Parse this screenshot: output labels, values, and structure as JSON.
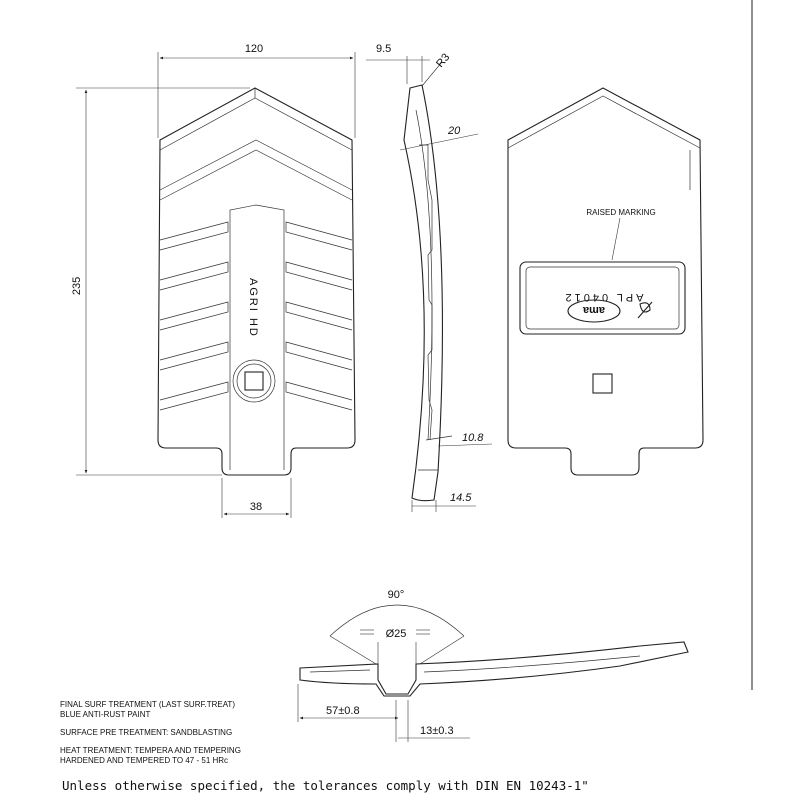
{
  "front_view": {
    "dim_width": "120",
    "dim_height": "235",
    "dim_stem_width": "38",
    "engraving": "AGRI HD"
  },
  "side_view": {
    "dim_thickness": "9.5",
    "dim_radius": "R3",
    "dim_curve": "20",
    "dim_tip": "10.8",
    "dim_base": "14.5"
  },
  "back_view": {
    "raised_marking_label": "RAISED MARKING",
    "plate_code": "APL 04012",
    "brand": "ama"
  },
  "section_view": {
    "angle": "90°",
    "diameter": "Ø25",
    "dim_offset": "57±0.8",
    "dim_depth": "13±0.3"
  },
  "notes": {
    "final_treatment": "FINAL SURF TREATMENT (LAST SURF.TREAT)",
    "final_paint": "BLUE ANTI-RUST PAINT",
    "pre_treatment": "SURFACE PRE TREATMENT: SANDBLASTING",
    "heat_treatment": "HEAT TREATMENT: TEMPERA AND TEMPERING",
    "hardness": "HARDENED AND TEMPERED TO 47 - 51 HRc"
  },
  "footer": "Unless otherwise specified, the tolerances comply with DIN EN 10243-1\""
}
